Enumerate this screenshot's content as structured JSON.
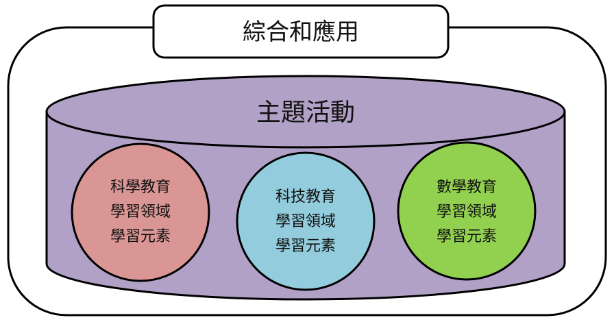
{
  "outer_frame": {
    "title": "綜合和應用"
  },
  "cylinder": {
    "title": "主題活動",
    "colors": {
      "body": "#b2a1c7",
      "top": "#b2a1c7"
    }
  },
  "circles": [
    {
      "lines": [
        "科學教育",
        "學習領域",
        "學習元素"
      ],
      "color": "#d99694"
    },
    {
      "lines": [
        "科技教育",
        "學習領域",
        "學習元素"
      ],
      "color": "#93cddd"
    },
    {
      "lines": [
        "數學教育",
        "學習領域",
        "學習元素"
      ],
      "color": "#92d050"
    }
  ]
}
